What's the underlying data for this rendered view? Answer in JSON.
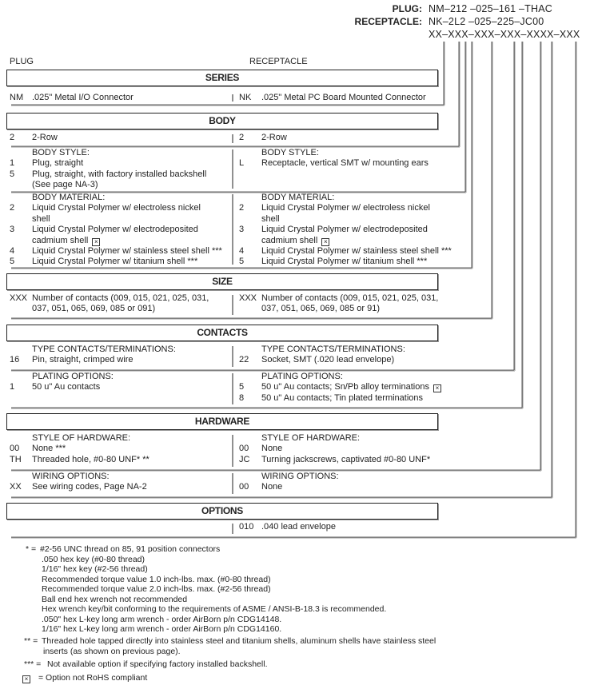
{
  "header": {
    "plug_label": "PLUG:",
    "plug_code": "NM–212 –025–161 –THAC",
    "receptacle_label": "RECEPTACLE:",
    "receptacle_code": "NK–2L2 –025–225–JC00",
    "code_template": "XX–XXX–XXX–XXX–XXXX–XXX"
  },
  "columns": {
    "plug": "PLUG",
    "receptacle": "RECEPTACLE"
  },
  "sections": [
    {
      "title": "SERIES",
      "groups": [
        {
          "left": {
            "items": [
              {
                "code": "NM",
                "text": ".025\" Metal I/O Connector"
              }
            ]
          },
          "right": {
            "items": [
              {
                "code": "NK",
                "text": ".025\" Metal PC Board Mounted Connector"
              }
            ]
          }
        }
      ]
    },
    {
      "title": "BODY",
      "groups": [
        {
          "left": {
            "items": [
              {
                "code": "2",
                "text": "2-Row"
              }
            ]
          },
          "right": {
            "items": [
              {
                "code": "2",
                "text": "2-Row"
              }
            ]
          }
        },
        {
          "left": {
            "label": "BODY STYLE:",
            "items": [
              {
                "code": "1",
                "text": "Plug, straight"
              },
              {
                "code": "5",
                "text": "Plug, straight, with factory installed backshell\n(See page NA-3)"
              }
            ]
          },
          "right": {
            "label": "BODY STYLE:",
            "items": [
              {
                "code": "L",
                "text": "Receptacle, vertical SMT w/ mounting ears"
              }
            ]
          }
        },
        {
          "left": {
            "label": "BODY MATERIAL:",
            "items": [
              {
                "code": "2",
                "text": "Liquid Crystal Polymer w/ electroless nickel\nshell"
              },
              {
                "code": "3",
                "text": "Liquid Crystal Polymer w/ electrodeposited\ncadmium shell",
                "non_rohs": true
              },
              {
                "code": "4",
                "text": "Liquid Crystal Polymer w/ stainless steel shell ***"
              },
              {
                "code": "5",
                "text": "Liquid Crystal Polymer w/ titanium shell ***"
              }
            ]
          },
          "right": {
            "label": "BODY MATERIAL:",
            "items": [
              {
                "code": "2",
                "text": "Liquid Crystal Polymer w/ electroless nickel\nshell"
              },
              {
                "code": "3",
                "text": "Liquid Crystal Polymer w/ electrodeposited\ncadmium shell",
                "non_rohs": true
              },
              {
                "code": "4",
                "text": "Liquid Crystal Polymer w/ stainless steel shell ***"
              },
              {
                "code": "5",
                "text": "Liquid Crystal Polymer w/ titanium shell ***"
              }
            ]
          }
        }
      ]
    },
    {
      "title": "SIZE",
      "groups": [
        {
          "left": {
            "items": [
              {
                "code": "XXX",
                "text": "Number of contacts (009, 015, 021, 025, 031,\n037, 051, 065, 069, 085 or 091)"
              }
            ]
          },
          "right": {
            "items": [
              {
                "code": "XXX",
                "text": "Number of contacts (009, 015, 021, 025, 031,\n037, 051, 065, 069, 085 or 91)"
              }
            ]
          }
        }
      ]
    },
    {
      "title": "CONTACTS",
      "groups": [
        {
          "left": {
            "label": "TYPE CONTACTS/TERMINATIONS:",
            "items": [
              {
                "code": "16",
                "text": "Pin, straight, crimped wire"
              }
            ]
          },
          "right": {
            "label": "TYPE CONTACTS/TERMINATIONS:",
            "items": [
              {
                "code": "22",
                "text": "Socket, SMT (.020 lead envelope)"
              }
            ]
          }
        },
        {
          "left": {
            "label": "PLATING OPTIONS:",
            "items": [
              {
                "code": "1",
                "text": "50 u\" Au contacts"
              }
            ]
          },
          "right": {
            "label": "PLATING OPTIONS:",
            "items": [
              {
                "code": "5",
                "text": "50 u\" Au contacts; Sn/Pb alloy terminations",
                "non_rohs": true
              },
              {
                "code": "8",
                "text": "50 u\" Au contacts; Tin plated terminations"
              }
            ]
          }
        }
      ]
    },
    {
      "title": "HARDWARE",
      "groups": [
        {
          "left": {
            "label": "STYLE OF HARDWARE:",
            "items": [
              {
                "code": "00",
                "text": "None ***"
              },
              {
                "code": "TH",
                "text": "Threaded hole, #0-80 UNF*  **"
              }
            ]
          },
          "right": {
            "label": "STYLE OF HARDWARE:",
            "items": [
              {
                "code": "00",
                "text": "None"
              },
              {
                "code": "JC",
                "text": "Turning jackscrews, captivated #0-80 UNF*"
              }
            ]
          }
        },
        {
          "left": {
            "label": "WIRING OPTIONS:",
            "items": [
              {
                "code": "XX",
                "text": "See wiring codes, Page NA-2"
              }
            ]
          },
          "right": {
            "label": "WIRING OPTIONS:",
            "items": [
              {
                "code": "00",
                "text": "None"
              }
            ]
          }
        }
      ]
    },
    {
      "title": "OPTIONS",
      "groups": [
        {
          "right": {
            "items": [
              {
                "code": "010",
                "text": ".040 lead envelope"
              }
            ]
          }
        }
      ]
    }
  ],
  "footnotes": {
    "single": {
      "mark": "* =",
      "lines": [
        "#2-56 UNC thread on 85, 91 position connectors",
        ".050 hex key (#0-80 thread)",
        "1/16\" hex key (#2-56 thread)",
        "Recommended torque value 1.0 inch-lbs. max. (#0-80 thread)",
        "Recommended torque value 2.0 inch-lbs. max. (#2-56 thread)",
        "Ball end hex wrench not recommended",
        "Hex wrench key/bit conforming to the requirements of ASME / ANSI-B-18.3 is recommended.",
        ".050\" hex L-key long arm wrench - order AirBorn p/n CDG14148.",
        "1/16\" hex L-key long arm wrench - order AirBorn p/n CDG14160."
      ]
    },
    "double": {
      "mark": "** =",
      "lines": [
        "Threaded hole tapped directly into stainless steel and titanium shells, aluminum shells have stainless steel",
        "inserts (as shown on previous page)."
      ]
    },
    "triple": {
      "mark": "*** =",
      "lines": [
        "Not available option if specifying factory installed backshell."
      ]
    },
    "rohs": {
      "text": "= Option not RoHS compliant"
    }
  },
  "colors": {
    "ink": "#222222",
    "shadow": "#999999"
  }
}
